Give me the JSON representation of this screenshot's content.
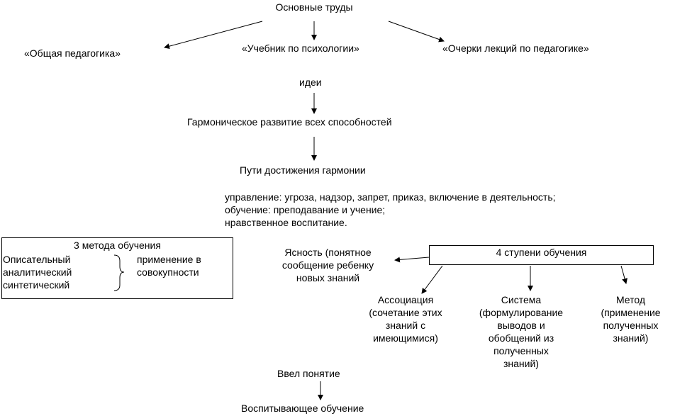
{
  "top": {
    "title": "Основные труды",
    "works": [
      "«Общая педагогика»",
      "«Учебник по психологии»",
      "«Очерки лекций по педагогике»"
    ]
  },
  "ideas": {
    "label": "идеи",
    "harmony": "Гармоническое развитие всех способностей",
    "paths": "Пути достижения гармонии",
    "means": [
      "управление: угроза, надзор, запрет, приказ, включение в деятельность;",
      "обучение: преподавание и учение;",
      "нравственное воспитание."
    ]
  },
  "methods": {
    "title": "3 метода обучения",
    "items": [
      "Описательный",
      "аналитический",
      "синтетический"
    ],
    "combined": [
      "применение в",
      "совокупности"
    ]
  },
  "stages": {
    "title": "4 ступени обучения",
    "clarity": [
      "Ясность (понятное",
      "сообщение ребенку",
      "новых знаний"
    ],
    "association": [
      "Ассоциация",
      "(сочетание этих",
      "знаний с",
      "имеющимися)"
    ],
    "system": [
      "Система",
      "(формулирование",
      "выводов и",
      "обобщений из",
      "полученных",
      "знаний)"
    ],
    "method": [
      "Метод",
      "(применение",
      "полученных",
      "знаний)"
    ]
  },
  "bottom": {
    "introduced": "Ввел понятие",
    "concept": "Воспитывающее обучение"
  }
}
